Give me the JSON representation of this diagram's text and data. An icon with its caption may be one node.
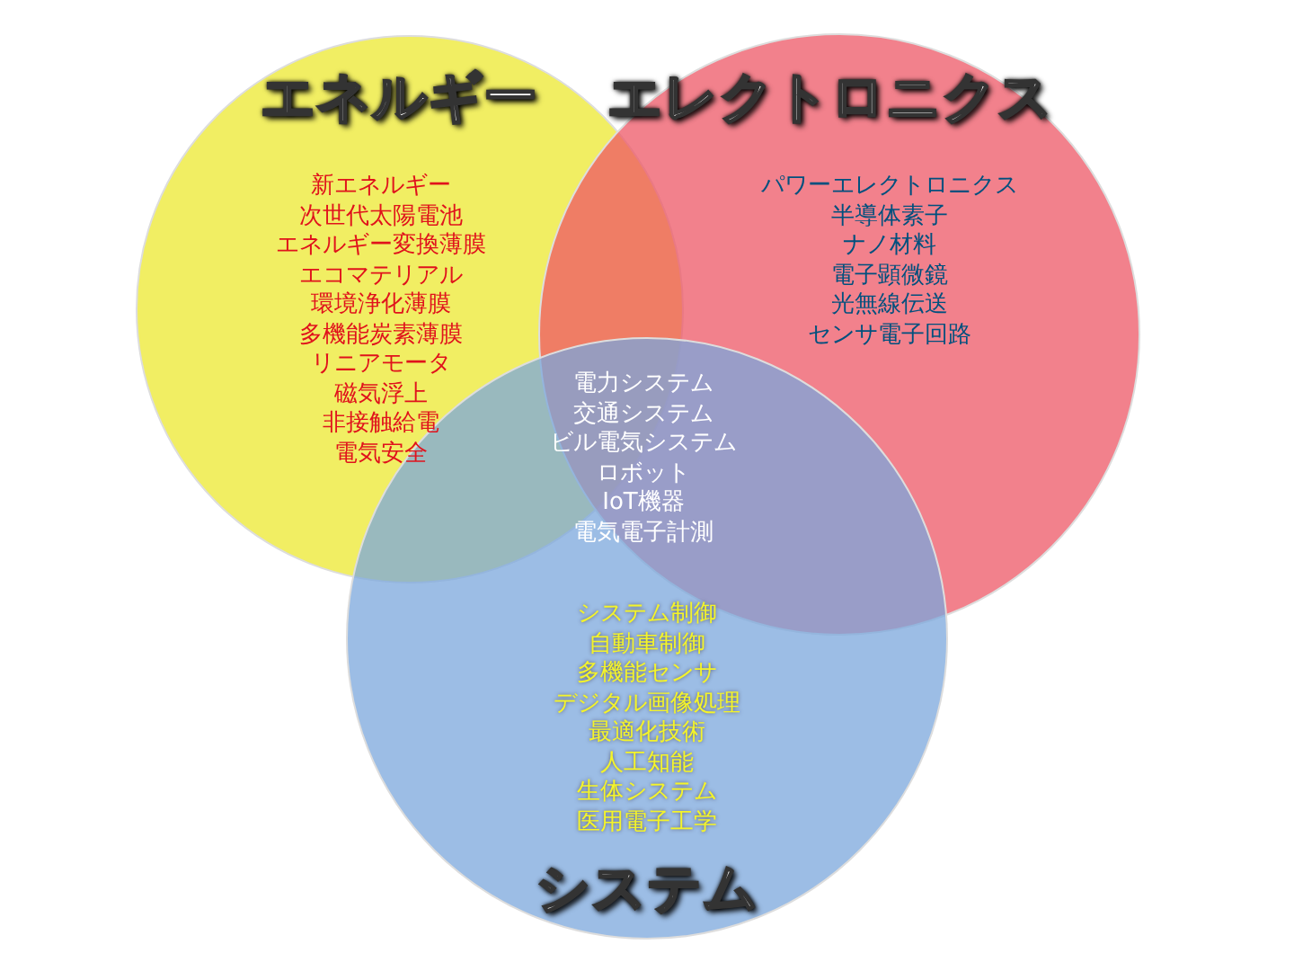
{
  "diagram": {
    "nodes": [
      {
        "text": [
          "エネルギー",
          "新エネルギー",
          "次世代太陽電池",
          "エネルギー変換薄膜",
          "エコマテリアル",
          "環境浄化薄膜",
          "多機能炭素薄膜",
          "リニアモータ",
          "磁気浮上",
          "非接触給電",
          "電気安全"
        ]
      },
      {
        "text": [
          "エレクトロニクス",
          "パワーエレクトロニクス",
          "半導体素子",
          "ナノ材料",
          "電子顕微鏡",
          "光無線伝送",
          "センサ電子回路"
        ]
      },
      {
        "text": [
          "システム制御",
          "自動車制御",
          "多機能センサ",
          "デジタル画像処理",
          "最適化技術",
          "人工知能",
          "生体システム",
          "医用電子工学",
          "システム"
        ]
      }
    ],
    "edges": [],
    "labels": [
      "電力システム",
      "交通システム",
      "ビル電気システム",
      "ロボット",
      "IoT機器",
      "電気電子計測"
    ]
  }
}
